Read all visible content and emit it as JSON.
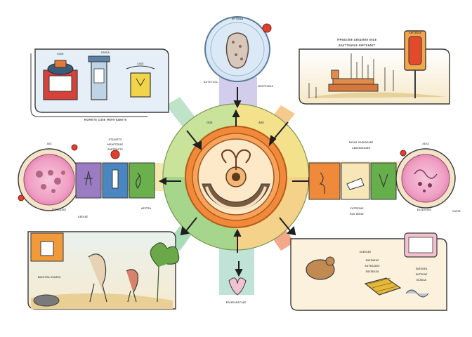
{
  "labels": {
    "top_title": "ᴇᴘᴛᴇᴀᴀ",
    "top_caption": "ʙᴀᴛᴇᴛᴄᴏʟ",
    "top_right_caption": "ᴍᴇᴇᴛᴇᴋᴇᴇᴀ",
    "top_right_heading_1": "ᴍᴘᴇᴀᴋᴇᴇᴇ ᴀᴇᴇᴀᴇᴇᴇᴇ ᴇᴇᴀᴇ",
    "top_right_heading_2": "ᴀᴇᴀᴛᴛᴇᴀᴇᴀᴇ ᴇᴇᴇᴛᴇᴇᴀᴇᴛ",
    "top_right_sign": "ᴀᴍᴛᴇᴇᴀᴇ",
    "top_left_caption": "ᴍᴏᴍᴇᴛᴇ ᴄᴏᴇᴇ ᴍᴇᴍᴛᴇᴀᴇᴇᴛᴇ",
    "top_left_item_1": "ᴇᴀᴇᴇ",
    "top_left_item_2": "ᴇᴀᴇᴇᴀ",
    "top_left_item_3": "ᴇᴀᴇᴇ",
    "left_dish_title": "ᴀᴇᴇ",
    "left_dish_caption": "ᴇᴇᴛᴇᴀᴇᴇᴇᴇ",
    "left_tab_heading_1": "ᴇᴛᴇᴀᴇᴇᴛᴇ",
    "left_tab_heading_2": "ᴍᴇᴀᴇᴛᴇᴇᴀᴇ",
    "left_tab_heading_3": "ᴇᴀᴇᴛᴇᴇᴀᴛᴇ",
    "left_tab_caption": "ᴀᴇᴇᴀᴇᴇ",
    "left_tab_caption_2": "ᴀᴇᴇᴛᴇᴀ",
    "center_ring_left": "ᴏᴏᴇ",
    "center_ring_right": "ᴀᴇᴇ",
    "right_tab_heading_1": "ᴇᴀᴇᴀᴇ ᴇᴀᴇᴇᴀᴇᴀᴇᴇ",
    "right_tab_heading_2": "ᴀᴇᴀᴇᴇᴀᴇᴀᴇᴇᴇ",
    "right_tab_caption_1": "ᴇᴀᴛᴇᴇᴇᴀᴇ",
    "right_tab_caption_2": "ᴇᴇᴀ ᴇᴇᴇᴇᴇ",
    "right_dish_title": "ᴀᴇᴀᴇ",
    "right_dish_caption": "ᴇᴀᴇᴇᴀᴇᴇᴇᴇ",
    "right_dish_side": "ᴇᴀᴇᴇᴇ",
    "bottom_left_caption": "ᴇᴀᴇᴀᴛᴇᴀ ᴇᴇᴀᴇᴇᴀ",
    "bottom_center_caption": "ᴇᴇᴀᴇᴇᴀᴇᴀᴛᴀᴇᴇ",
    "bottom_right_heading": "ᴇᴀᴇᴇᴀᴇᴇ",
    "bottom_right_text_1": "ᴇᴀᴇᴇᴀᴇᴀᴇ",
    "bottom_right_text_2": "ᴇᴀᴛᴇᴇᴀᴇᴇᴇ",
    "bottom_right_text_3": "ᴇᴀᴇᴇᴇᴀᴇᴀ",
    "bottom_right_side_1": "ᴇᴀᴇᴇᴀᴇᴀ",
    "bottom_right_side_2": "ᴇᴀᴛᴇᴇᴀᴇ",
    "bottom_right_side_3": "ᴇᴇᴀᴇᴀᴇ"
  },
  "colors": {
    "orange": "#ef8a3c",
    "ring_light": "#f6d58e",
    "ring_green": "#b7d77a",
    "ring_yellow": "#f3e37e",
    "teal": "#9fd3c4",
    "lilac": "#c9c4e6",
    "pink": "#f2b8d0",
    "blue_panel": "#e7f0f7",
    "cream": "#fbf1dc",
    "outline": "#3a3a3a"
  }
}
